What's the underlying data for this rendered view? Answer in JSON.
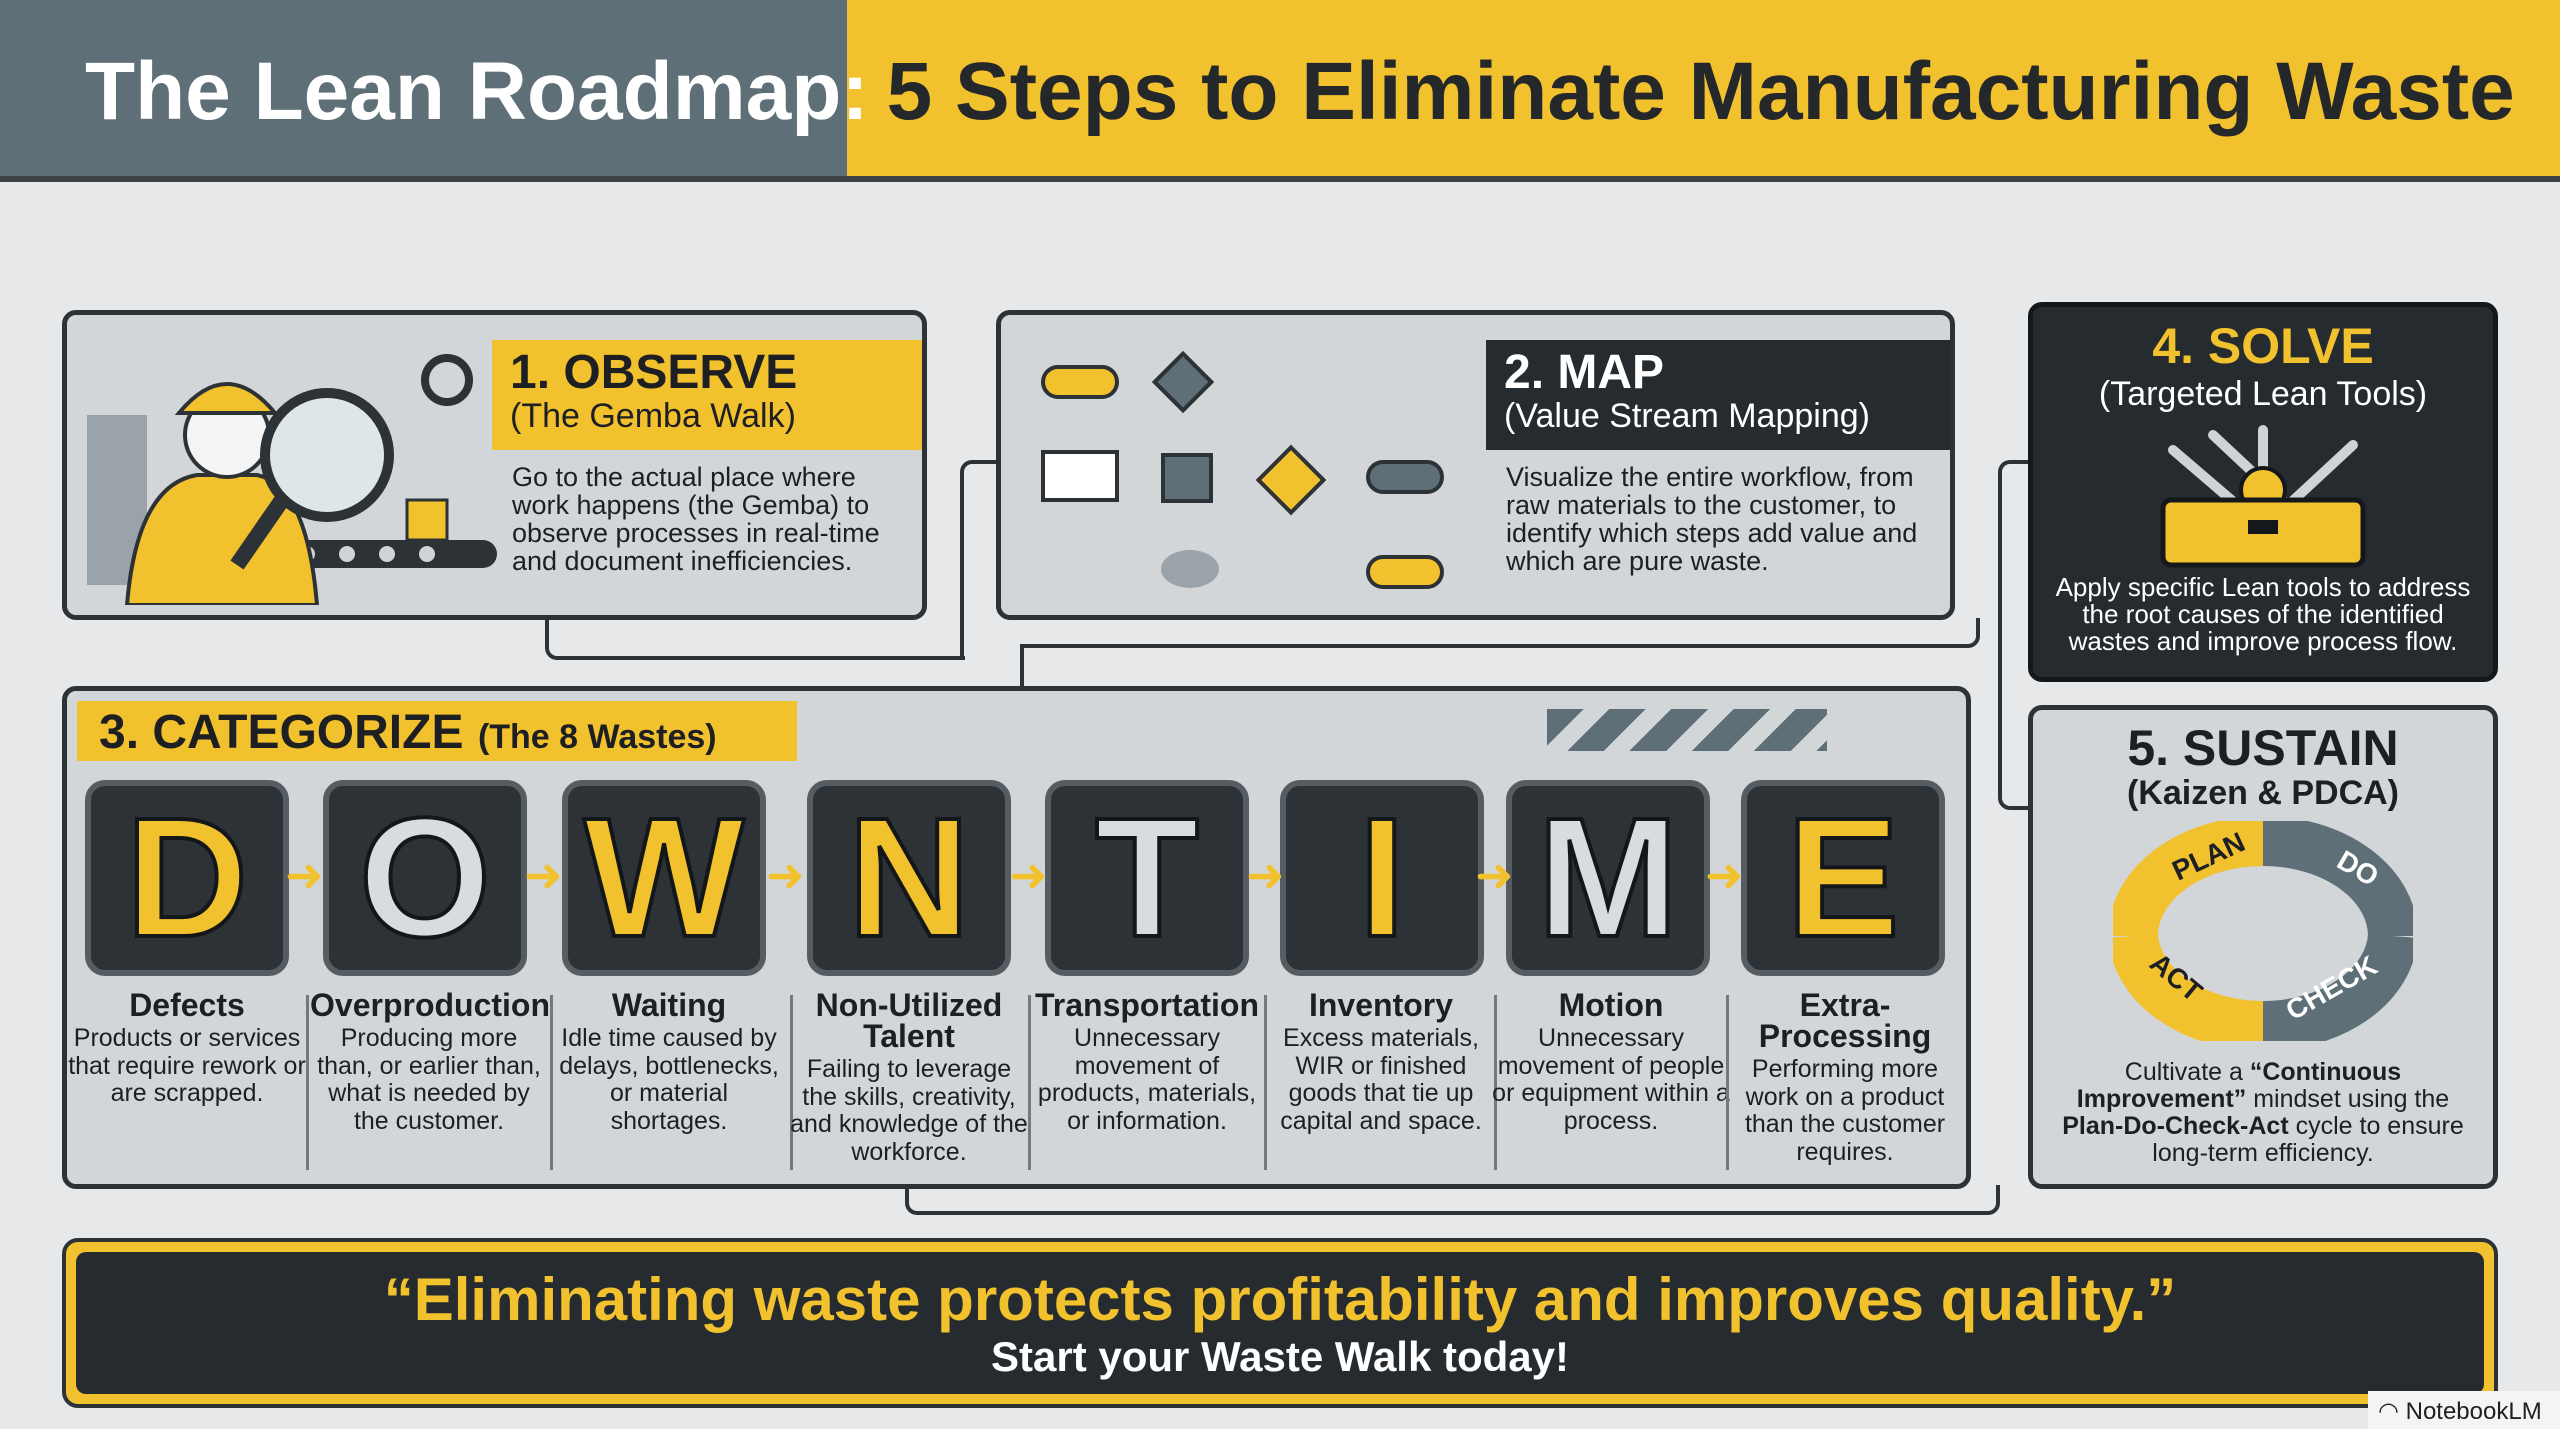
{
  "header": {
    "title_part1": "The Lean Roadmap:",
    "title_part2": "5 Steps to Eliminate Manufacturing Waste"
  },
  "step1": {
    "title": "1. OBSERVE",
    "subtitle": "(The Gemba Walk)",
    "body": "Go to the actual place where work happens (the Gemba) to observe processes in real-time and document inefficiencies."
  },
  "step2": {
    "title": "2. MAP",
    "subtitle": "(Value Stream Mapping)",
    "body": "Visualize the entire workflow, from raw materials to the customer, to identify which steps add value and which are pure waste."
  },
  "step3": {
    "title": "3. CATEGORIZE",
    "subtitle": "(The 8 Wastes)",
    "wastes": [
      {
        "letter": "D",
        "name": "Defects",
        "desc": "Products or services that require rework or are scrapped."
      },
      {
        "letter": "O",
        "name": "Overproduction",
        "desc": "Producing more than, or earlier than, what is needed by the customer."
      },
      {
        "letter": "W",
        "name": "Waiting",
        "desc": "Idle time caused by delays, bottlenecks, or material shortages."
      },
      {
        "letter": "N",
        "name": "Non-Utilized Talent",
        "desc": "Failing to leverage the skills, creativity, and knowledge of the workforce."
      },
      {
        "letter": "T",
        "name": "Transportation",
        "desc": "Unnecessary movement of products, materials, or information."
      },
      {
        "letter": "I",
        "name": "Inventory",
        "desc": "Excess materials, WIR or finished goods that tie up capital and space."
      },
      {
        "letter": "M",
        "name": "Motion",
        "desc": "Unnecessary movement of people or equipment within a process."
      },
      {
        "letter": "E",
        "name": "Extra-Processing",
        "desc": "Performing more work on a product than the customer requires."
      }
    ]
  },
  "step4": {
    "title": "4. SOLVE",
    "subtitle": "(Targeted Lean Tools)",
    "body": "Apply specific Lean tools to address the root causes of the identified wastes and improve process flow."
  },
  "step5": {
    "title": "5. SUSTAIN",
    "subtitle": "(Kaizen & PDCA)",
    "cycle": [
      "PLAN",
      "DO",
      "CHECK",
      "ACT"
    ],
    "body_pre": "Cultivate a ",
    "body_b1": "“Continuous Improvement”",
    "body_mid": " mindset using the ",
    "body_b2": "Plan-Do-Check-Act",
    "body_post": " cycle to ensure long-term efficiency."
  },
  "banner": {
    "quote": "“Eliminating waste protects profitability and improves quality.”",
    "cta": "Start your Waste Walk today!"
  },
  "badge": {
    "label": "NotebookLM"
  },
  "colors": {
    "yellow": "#f2c12e",
    "dark": "#262b30",
    "slate": "#5f6f78"
  }
}
